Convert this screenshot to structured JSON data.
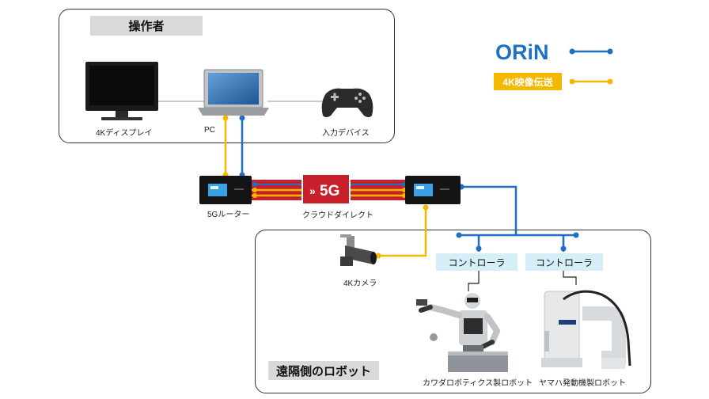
{
  "operator_panel": {
    "title": "操作者"
  },
  "remote_panel": {
    "title": "遠隔側のロボット"
  },
  "devices": {
    "display": "4Kディスプレイ",
    "pc": "PC",
    "input_device": "入力デバイス",
    "router": "5Gルーター",
    "cloud_direct": "クラウドダイレクト",
    "camera": "4Kカメラ",
    "kawada_robot": "カワダロボティクス製ロボット",
    "yamaha_robot": "ヤマハ発動機製ロボット"
  },
  "network": {
    "badge": "5G"
  },
  "controllers": {
    "left": "コントローラ",
    "right": "コントローラ"
  },
  "legend": {
    "orin": {
      "label": "ORiN",
      "color": "#1f6fc5"
    },
    "video": {
      "label": "4K映像伝送",
      "color": "#f5b800"
    }
  },
  "colors": {
    "fiveg_red": "#c8202a",
    "ctl_bg": "#d6eef8"
  }
}
